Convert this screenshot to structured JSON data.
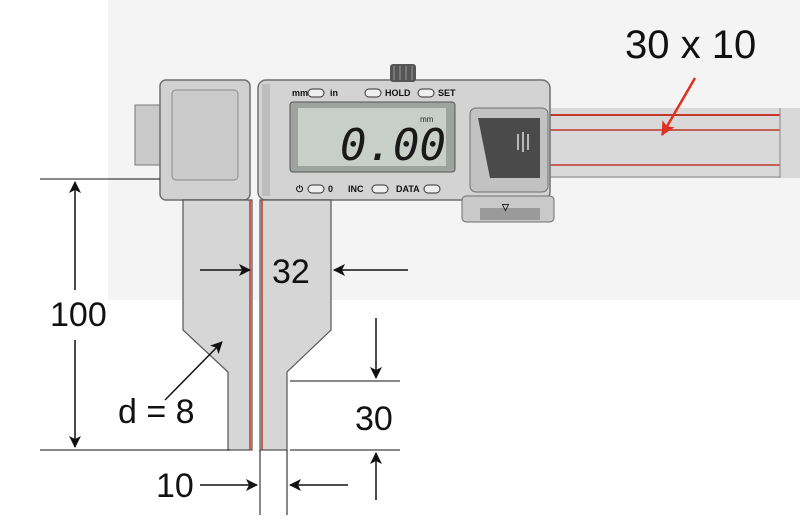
{
  "diagram": {
    "beam_section": "30 x 10",
    "height_dim": "100",
    "jaw_width_dim": "32",
    "tip_length_dim": "30",
    "tip_width_dim": "10",
    "hole_dim": "d = 8"
  },
  "caliper": {
    "display_reading": "0.00",
    "display_unit": "mm",
    "buttons_top": [
      "mm",
      "in",
      "HOLD",
      "SET"
    ],
    "buttons_bottom": [
      "⏻",
      "0",
      "INC",
      "DATA"
    ],
    "triangle_mark": "▽"
  },
  "colors": {
    "body": "#d4d4d4",
    "body_dark": "#a8a8a8",
    "lcd": "#c8cfc8",
    "beam_edge": "#c0392b",
    "arrow_red": "#e03020",
    "dim_line": "#111111"
  }
}
